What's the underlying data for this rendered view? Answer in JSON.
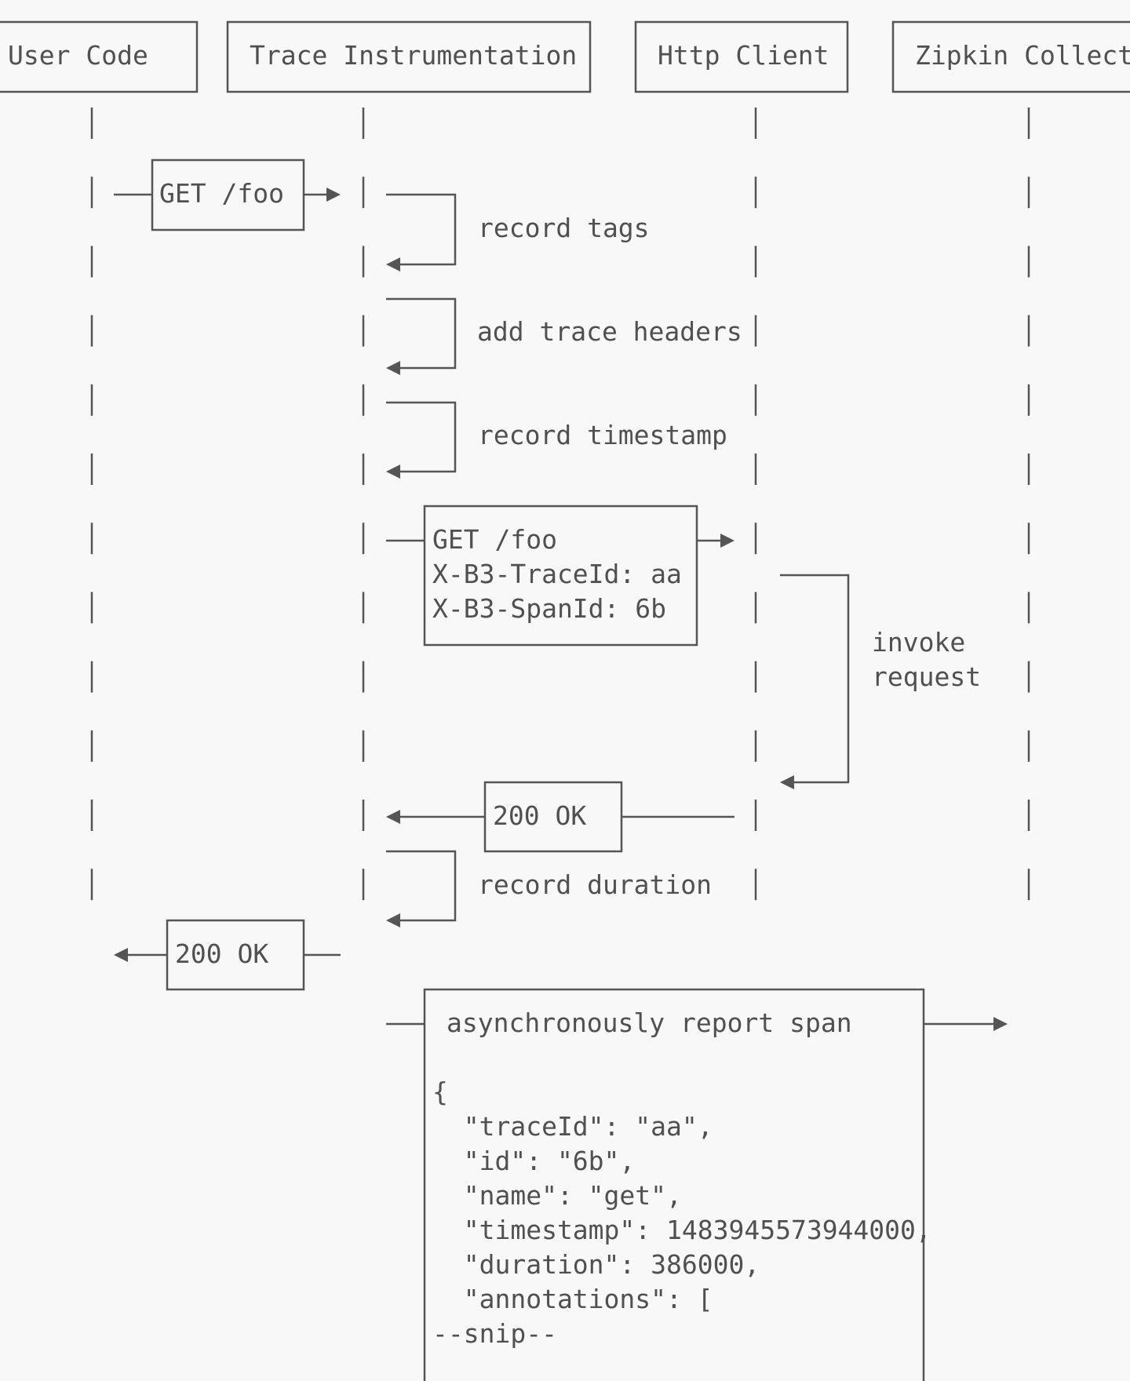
{
  "participants": [
    {
      "label": "User Code"
    },
    {
      "label": "Trace Instrumentation"
    },
    {
      "label": "Http Client"
    },
    {
      "label": "Zipkin Collect"
    }
  ],
  "messages": {
    "get_foo": "GET /foo",
    "record_tags": "record tags",
    "add_trace_headers": "add trace headers",
    "record_timestamp": "record timestamp",
    "http_request": [
      "GET /foo",
      "X-B3-TraceId: aa",
      "X-B3-SpanId: 6b"
    ],
    "invoke_request": [
      "invoke",
      "request"
    ],
    "ok_from_client": "200 OK",
    "record_duration": "record duration",
    "ok_to_user": "200 OK",
    "report_span": [
      "asynchronously report span",
      "",
      "{",
      "  \"traceId\": \"aa\",",
      "  \"id\": \"6b\",",
      "  \"name\": \"get\",",
      "  \"timestamp\": 1483945573944000,",
      "  \"duration\": 386000,",
      "  \"annotations\": [",
      "--snip--"
    ]
  }
}
